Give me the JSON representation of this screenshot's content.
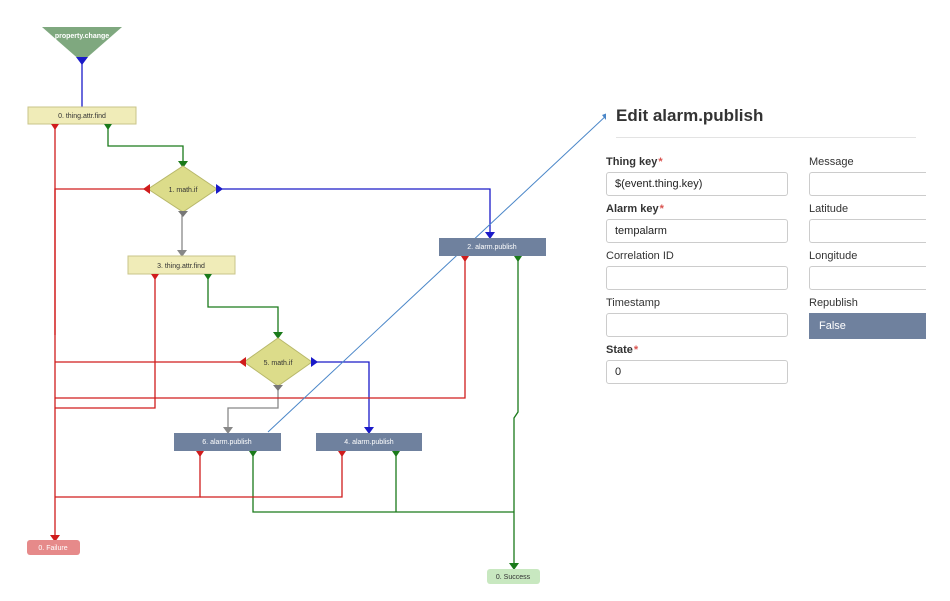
{
  "diagram": {
    "nodes": {
      "trigger": "property.change",
      "find0": "0. thing.attr.find",
      "if1": "1. math.if",
      "pub2": "2. alarm.publish",
      "find3": "3. thing.attr.find",
      "if5": "5. math.if",
      "pub6": "6. alarm.publish",
      "pub4": "4. alarm.publish",
      "failure": "0. Failure",
      "success": "0. Success"
    },
    "colors": {
      "success_line": "#1a7a1a",
      "failure_line": "#d01c1c",
      "true_line": "#1a1ac8",
      "else_line": "#888888",
      "action_box": "#f0ecb8",
      "condition_box": "#dcdc8a",
      "publish_box": "#6f819e",
      "failure_box": "#e68a8a",
      "success_box": "#c8e8c0",
      "trigger_box": "#7fa87f"
    }
  },
  "panel": {
    "title": "Edit alarm.publish",
    "fields": {
      "thing_key": {
        "label": "Thing key",
        "value": "$(event.thing.key)"
      },
      "alarm_key": {
        "label": "Alarm key",
        "value": "tempalarm"
      },
      "correlation_id": {
        "label": "Correlation ID",
        "value": ""
      },
      "timestamp": {
        "label": "Timestamp",
        "value": ""
      },
      "state": {
        "label": "State",
        "value": "0"
      },
      "message": {
        "label": "Message",
        "value": ""
      },
      "latitude": {
        "label": "Latitude",
        "value": ""
      },
      "longitude": {
        "label": "Longitude",
        "value": ""
      },
      "republish": {
        "label": "Republish",
        "value": "False"
      }
    }
  }
}
